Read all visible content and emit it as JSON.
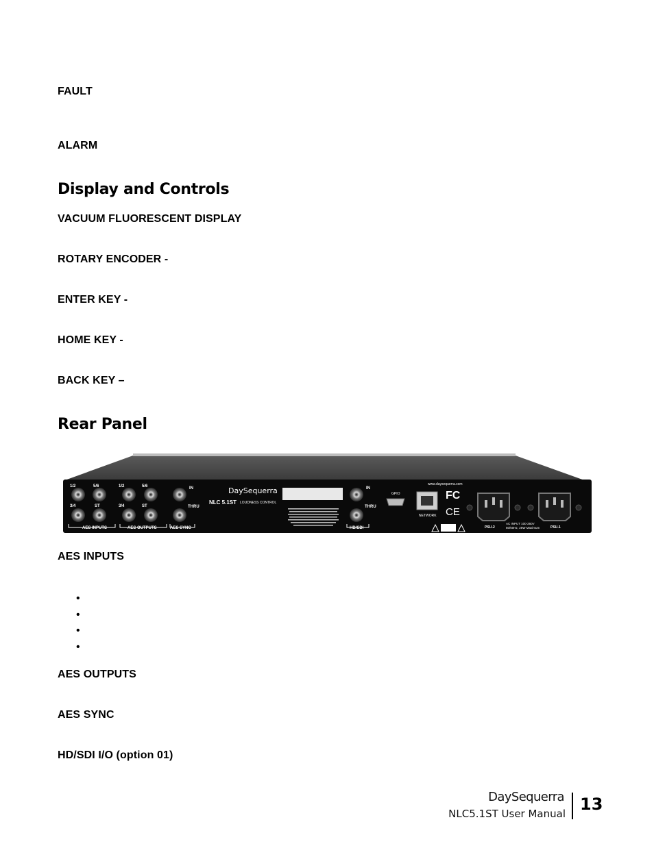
{
  "sections": {
    "fault": "FAULT",
    "alarm": "ALARM",
    "display_heading": "Display and Controls",
    "vfd": "VACUUM FLUORESCENT DISPLAY",
    "rotary": "ROTARY ENCODER -",
    "enter": "ENTER KEY -",
    "home": "HOME KEY -",
    "back": "BACK KEY –",
    "rear_heading": "Rear Panel",
    "aes_inputs": "AES INPUTS",
    "aes_outputs": "AES OUTPUTS",
    "aes_sync": "AES SYNC",
    "hdsdi": "HD/SDI I/O (option 01)"
  },
  "bullet_count": 4,
  "rear_panel": {
    "brand": "DaySequerra",
    "model": "NLC 5.1ST",
    "model_sub": "LOUDNESS CONTROL",
    "website": "www.daysequerra.com",
    "labels": {
      "l12": "1/2",
      "l56": "5/6",
      "l34": "3/4",
      "st": "ST",
      "in": "IN",
      "thru": "THRU",
      "aes_inputs": "AES INPUTS",
      "aes_outputs": "AES OUTPUTS",
      "aes_sync": "AES SYNC",
      "hdsdi": "HD/SDI",
      "gpio": "GPIO",
      "network": "NETWORK",
      "fc": "FC",
      "ce": "CE",
      "psu2": "PSU-2",
      "psu1": "PSU-1",
      "ac_input": "AC INPUT 100-260V",
      "ac_input2": "50/60Hz, 25W Maximum"
    }
  },
  "footer": {
    "brand": "DaySequerra",
    "manual": "NLC5.1ST User Manual",
    "page_number": "13"
  }
}
